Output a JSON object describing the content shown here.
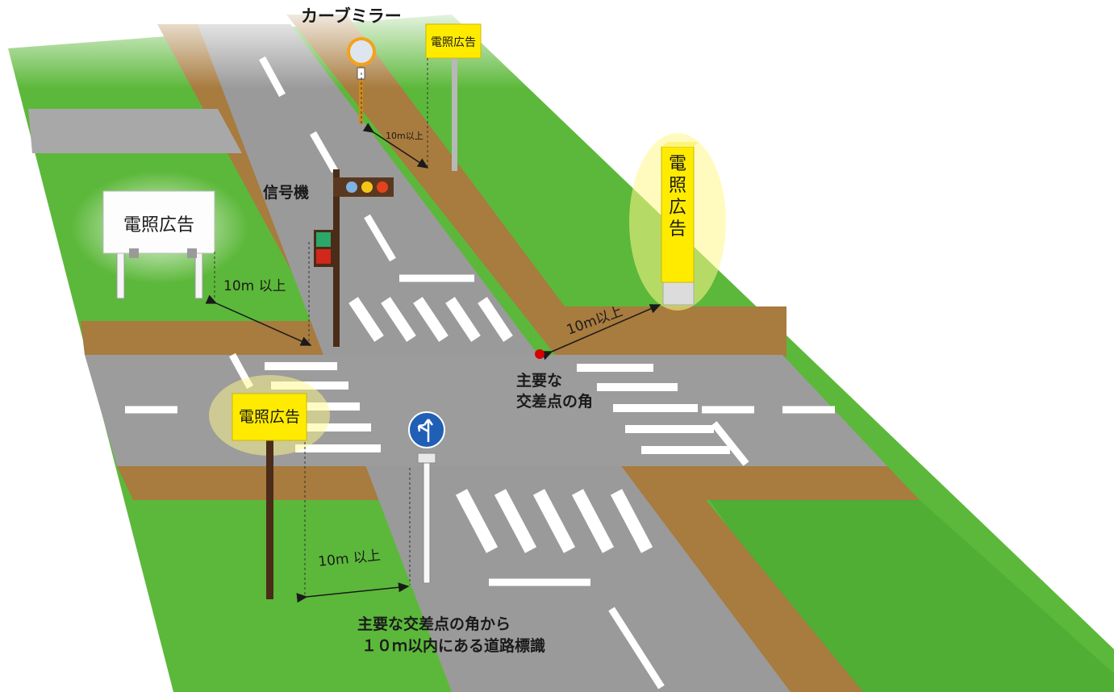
{
  "labels": {
    "curve_mirror": "カーブミラー",
    "traffic_signal": "信号機",
    "main_intersection_corner_line1": "主要な",
    "main_intersection_corner_line2": "交差点の角",
    "caption_line1": "主要な交差点の角から",
    "caption_line2": "１０ｍ以内にある道路標識"
  },
  "signs": {
    "illuminated_ad_top": "電照広告",
    "illuminated_ad_billboard": "電照広告",
    "illuminated_ad_tower": "電照広告",
    "illuminated_ad_front": "電照広告"
  },
  "distances": {
    "mirror_to_ad": "10m以上",
    "billboard_to_signal": "10m 以上",
    "corner_to_tower": "10m以上",
    "front_ad_to_sign": "10m 以上"
  },
  "colors": {
    "grass": "#5cb83a",
    "sidewalk": "#a87b3e",
    "road": "#9a9a9a",
    "marking": "#ffffff",
    "ad_yellow": "#ffeb00",
    "sign_blue": "#1f5fb5",
    "corner_dot": "#d40000"
  }
}
